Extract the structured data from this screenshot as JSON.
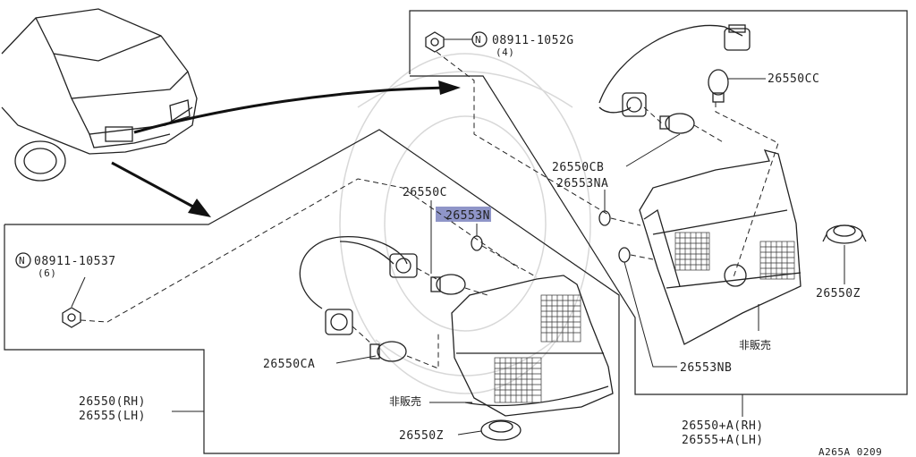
{
  "labels": {
    "nut_note_top": "08911-1052G",
    "nut_qty_top": "(4)",
    "bulb_cc": "26550CC",
    "socket_cb": "26550CB",
    "gasket_na": "26553NA",
    "socket_c": "26550C",
    "gasket_n": "26553N",
    "nut_note_left": "08911-10537",
    "nut_qty_left": "(6)",
    "socket_ca": "26550CA",
    "lamp_rh": "26550(RH)",
    "lamp_lh": "26555(LH)",
    "not_sold_left": "非販売",
    "clip_left": "26550Z",
    "gasket_nb": "26553NB",
    "not_sold_right": "非販売",
    "clip_right": "26550Z",
    "lamp_a_rh": "26550+A(RH)",
    "lamp_a_lh": "26555+A(LH)",
    "diagram_code": "A265A 0209",
    "nut_symbol": "N"
  },
  "colors": {
    "highlight": "#8f95c8",
    "line": "#222222"
  }
}
